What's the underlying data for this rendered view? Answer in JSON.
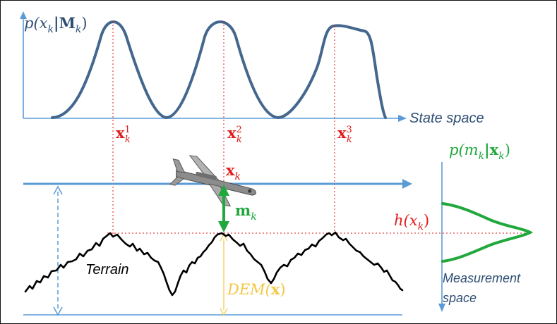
{
  "labels": {
    "prior_pdf": {
      "base": "p(x",
      "sub1": "k",
      "mid": "|M",
      "sub2": "k",
      "close": ")"
    },
    "state_space": "State space",
    "particle_1": {
      "base": "x",
      "sup": "1",
      "sub": "k"
    },
    "particle_2": {
      "base": "x",
      "sup": "2",
      "sub": "k"
    },
    "particle_3": {
      "base": "x",
      "sup": "3",
      "sub": "k"
    },
    "true_state": {
      "base": "x",
      "sub": "k"
    },
    "measurement": {
      "base": "m",
      "sub": "k"
    },
    "likelihood_pdf": {
      "base": "p(m",
      "sub1": "k",
      "mid": "|x",
      "sub2": "k",
      "close": ")"
    },
    "h_of_x": {
      "base": "h(x",
      "sub": "k",
      "close": ")"
    },
    "terrain": "Terrain",
    "dem": {
      "text": "DEM(",
      "arg": "x",
      "close": ")"
    },
    "measurement_space": [
      "Measurement",
      "space"
    ]
  },
  "colors": {
    "axis": "#5B9BD5",
    "pdf_curve": "#44678E",
    "particles": "#E01B1B",
    "measurement": "#20A83C",
    "dem": "#F2C744",
    "terrain": "#000000"
  },
  "icons": [
    "uav-aircraft-icon"
  ]
}
